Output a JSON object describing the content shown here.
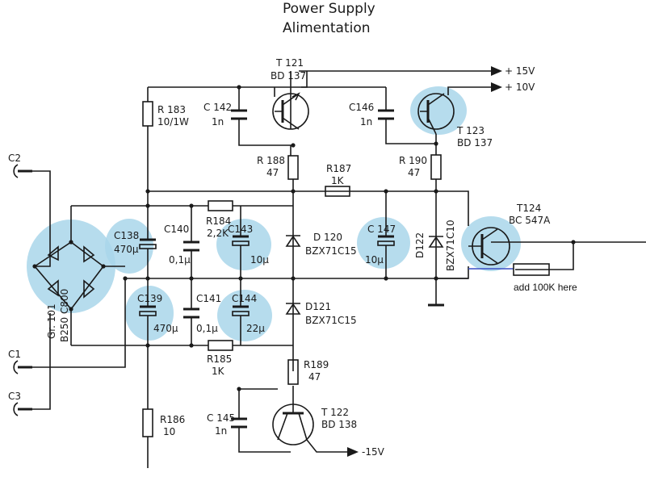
{
  "title": "Power Supply",
  "subtitle": "Alimentation",
  "connectors": {
    "c1": "C1",
    "c2": "C2",
    "c3": "C3"
  },
  "rails": {
    "p15": "+ 15V",
    "p10": "+ 10V",
    "n15": "-15V"
  },
  "components": {
    "t121": {
      "ref": "T 121",
      "part": "BD 137"
    },
    "t122": {
      "ref": "T 122",
      "part": "BD 138"
    },
    "t123": {
      "ref": "T 123",
      "part": "BD 137"
    },
    "t124": {
      "ref": "T124",
      "part": "BC 547A"
    },
    "r183": {
      "ref": "R 183",
      "value": "10/1W"
    },
    "r184": {
      "ref": "R184",
      "value": "2,2K"
    },
    "r185": {
      "ref": "R185",
      "value": "1K"
    },
    "r186": {
      "ref": "R186",
      "value": "10"
    },
    "r187": {
      "ref": "R187",
      "value": "1K"
    },
    "r188": {
      "ref": "R 188",
      "value": "47"
    },
    "r189": {
      "ref": "R189",
      "value": "47"
    },
    "r190": {
      "ref": "R 190",
      "value": "47"
    },
    "c138": {
      "ref": "C138",
      "value": "470µ"
    },
    "c139": {
      "ref": "C139",
      "value": "470µ"
    },
    "c140": {
      "ref": "C140",
      "value": "0,1µ"
    },
    "c141": {
      "ref": "C141",
      "value": "0,1µ"
    },
    "c142": {
      "ref": "C 142",
      "value": "1n"
    },
    "c143": {
      "ref": "C143",
      "value": "10µ"
    },
    "c144": {
      "ref": "C144",
      "value": "22µ"
    },
    "c145": {
      "ref": "C 145",
      "value": "1n"
    },
    "c146": {
      "ref": "C146",
      "value": "1n"
    },
    "c147": {
      "ref": "C 147",
      "value": "10µ"
    },
    "d120": {
      "ref": "D 120",
      "part": "BZX71C15"
    },
    "d121": {
      "ref": "D121",
      "part": "BZX71C15"
    },
    "d122": {
      "ref": "D122",
      "part": "BZX71C10"
    },
    "gr101": {
      "ref": "Gr. 101",
      "part": "B250 C800"
    }
  },
  "annotation": "add 100K here",
  "colors": {
    "highlight": "#a9d6ea",
    "ink": "#1a1a1a",
    "annotation_line": "#3a4fc4"
  }
}
